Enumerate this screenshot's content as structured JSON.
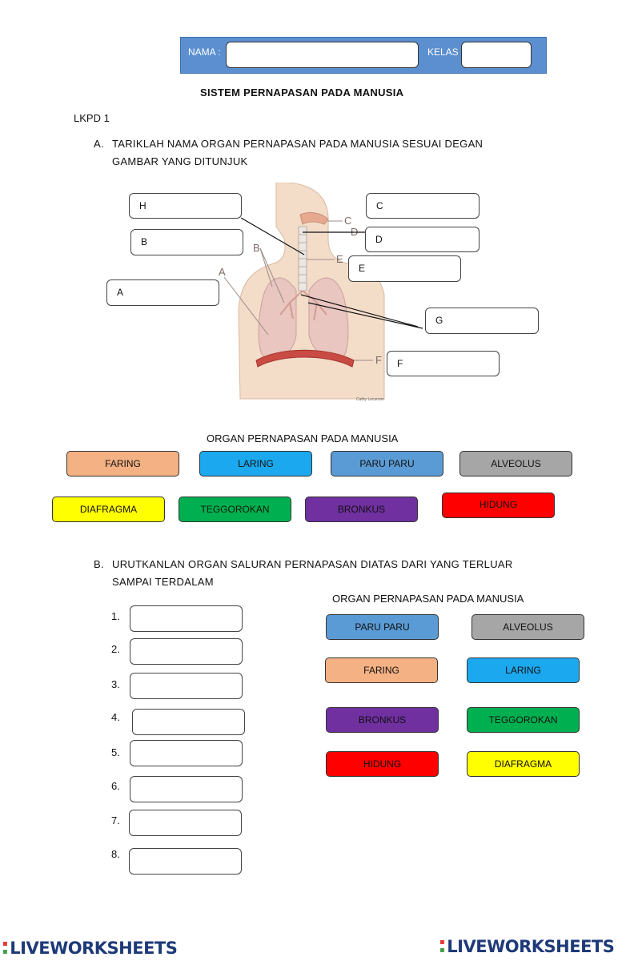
{
  "header": {
    "name_label": "NAMA :",
    "class_label": "KELAS :",
    "name_value": "",
    "class_value": ""
  },
  "title": "SISTEM PERNAPASAN PADA MANUSIA",
  "lkpd": "LKPD 1",
  "section_a": {
    "marker": "A.",
    "line1": "TARIKLAH NAMA ORGAN PERNAPASAN PADA MANUSIA SESUAI DEGAN",
    "line2": "GAMBAR YANG DITUNJUK"
  },
  "diagram": {
    "point_labels": [
      "A",
      "B",
      "C",
      "D",
      "E",
      "F"
    ],
    "credit": "Cathy Lecurson"
  },
  "label_boxes": {
    "H": "H",
    "B": "B",
    "A": "A",
    "C": "C",
    "D": "D",
    "E": "E",
    "G": "G",
    "F": "F"
  },
  "organ_heading_a": "ORGAN PERNAPASAN PADA MANUSIA",
  "organs_a": [
    {
      "label": "FARING",
      "color": "#f4b183"
    },
    {
      "label": "LARING",
      "color": "#1ba8ee"
    },
    {
      "label": "PARU PARU",
      "color": "#5b9bd5"
    },
    {
      "label": "ALVEOLUS",
      "color": "#a6a6a6"
    },
    {
      "label": "DIAFRAGMA",
      "color": "#ffff00"
    },
    {
      "label": "TEGGOROKAN",
      "color": "#00b050"
    },
    {
      "label": "BRONKUS",
      "color": "#7030a0"
    },
    {
      "label": "HIDUNG",
      "color": "#ff0000"
    }
  ],
  "section_b": {
    "marker": "B.",
    "line1": "URUTKANLAN ORGAN SALURAN PERNAPASAN DIATAS DARI YANG TERLUAR",
    "line2": "SAMPAI TERDALAM"
  },
  "organ_heading_b": "ORGAN PERNAPASAN PADA MANUSIA",
  "order_numbers": [
    "1.",
    "2.",
    "3.",
    "4.",
    "5.",
    "6.",
    "7.",
    "8."
  ],
  "organs_b": [
    {
      "label": "PARU PARU",
      "color": "#5b9bd5"
    },
    {
      "label": "ALVEOLUS",
      "color": "#a6a6a6"
    },
    {
      "label": "FARING",
      "color": "#f4b183"
    },
    {
      "label": "LARING",
      "color": "#1ba8ee"
    },
    {
      "label": "BRONKUS",
      "color": "#7030a0"
    },
    {
      "label": "TEGGOROKAN",
      "color": "#00b050"
    },
    {
      "label": "HIDUNG",
      "color": "#ff0000"
    },
    {
      "label": "DIAFRAGMA",
      "color": "#ffff00"
    }
  ],
  "footer": {
    "logo_text": "LIVEWORKSHEETS"
  }
}
